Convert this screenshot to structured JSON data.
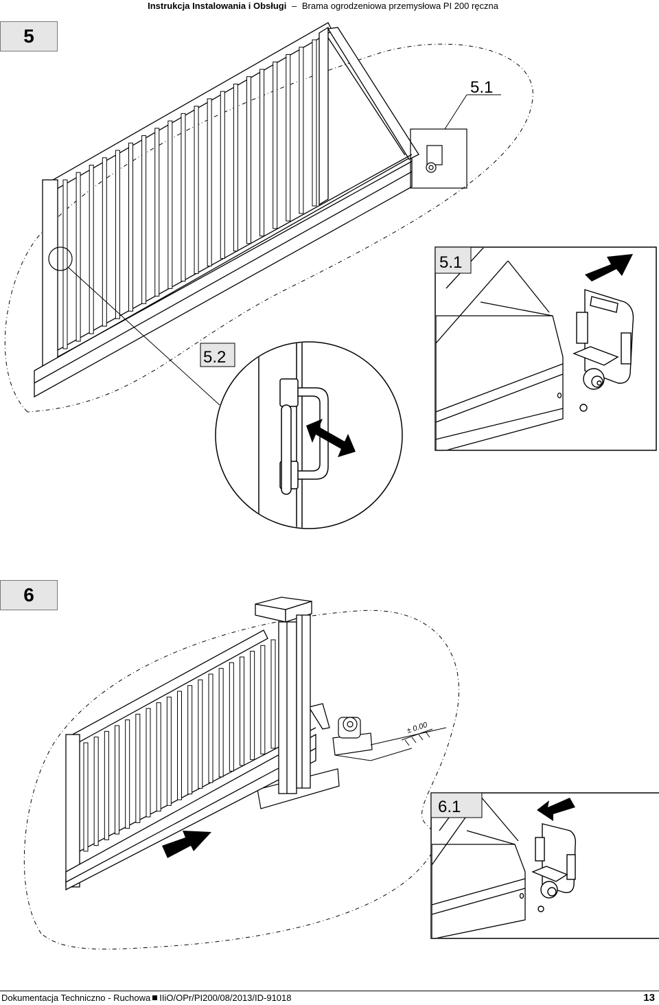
{
  "header": {
    "title_bold": "Instrukcja Instalowania i Obsługi",
    "separator": "–",
    "subtitle": "Brama ogrodzeniowa przemysłowa PI 200 ręczna"
  },
  "steps": {
    "step5": "5",
    "step6": "6"
  },
  "labels": {
    "callout_5_1_top": "5.1",
    "detail_5_1": "5.1",
    "detail_5_2": "5.2",
    "detail_6_1": "6.1",
    "level_mark": "± 0.00"
  },
  "footer": {
    "doc_left": "Dokumentacja Techniczno - Ruchowa",
    "doc_right": "IIiO/OPr/PI200/08/2013/ID-91018",
    "page_number": "13"
  }
}
